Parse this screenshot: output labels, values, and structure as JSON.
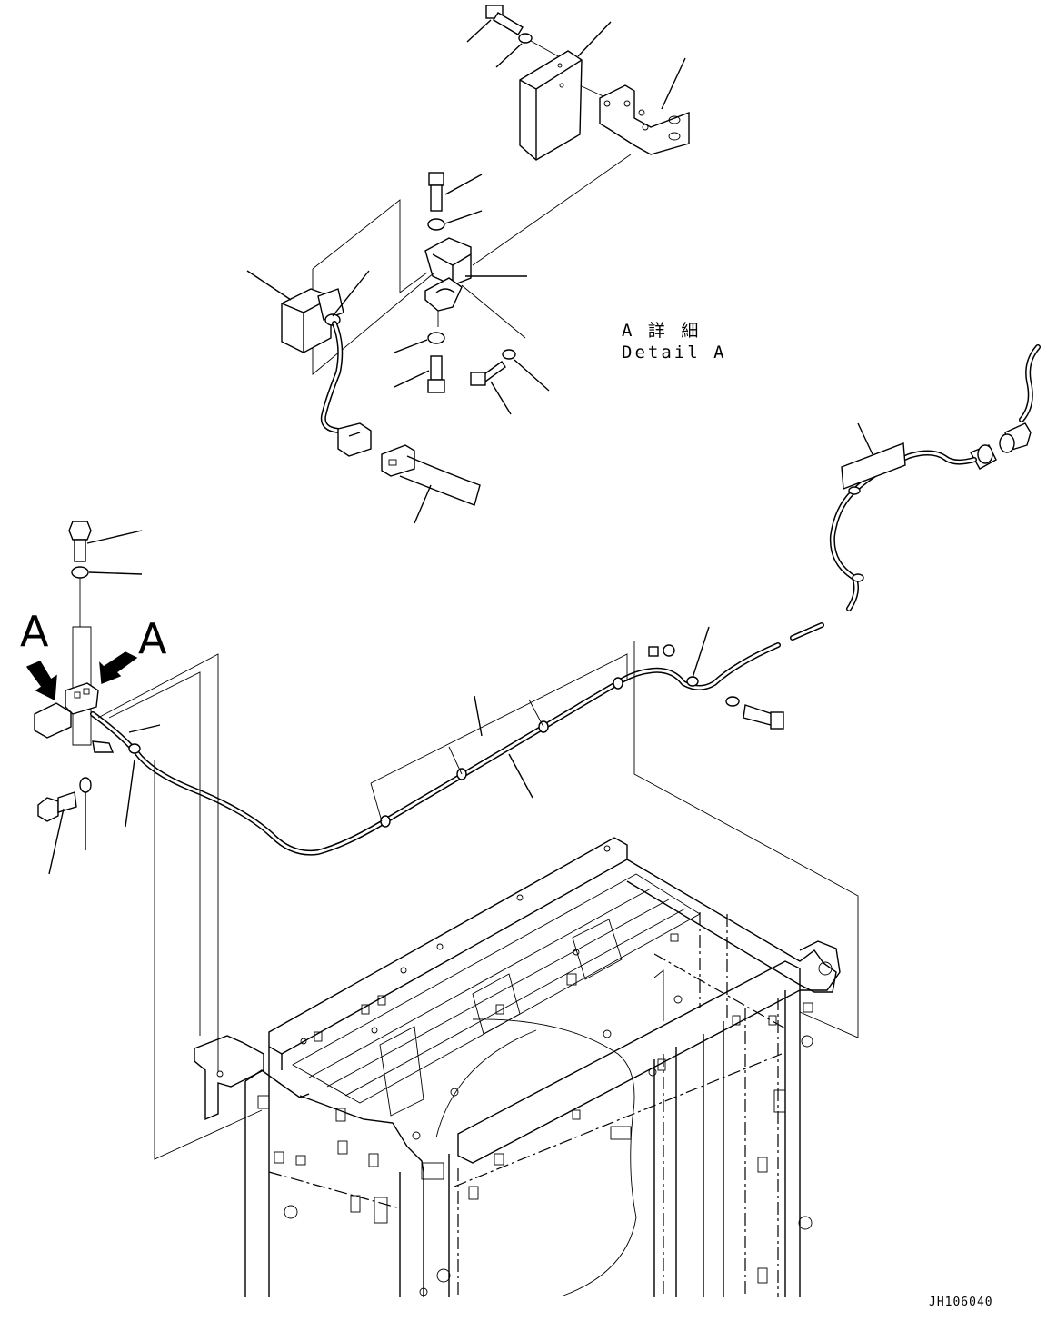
{
  "detail_title_jp": "A 詳 細",
  "detail_title_en": "Detail A",
  "view_marker_left": "A",
  "view_marker_right": "A",
  "drawing_code": "JH106040"
}
